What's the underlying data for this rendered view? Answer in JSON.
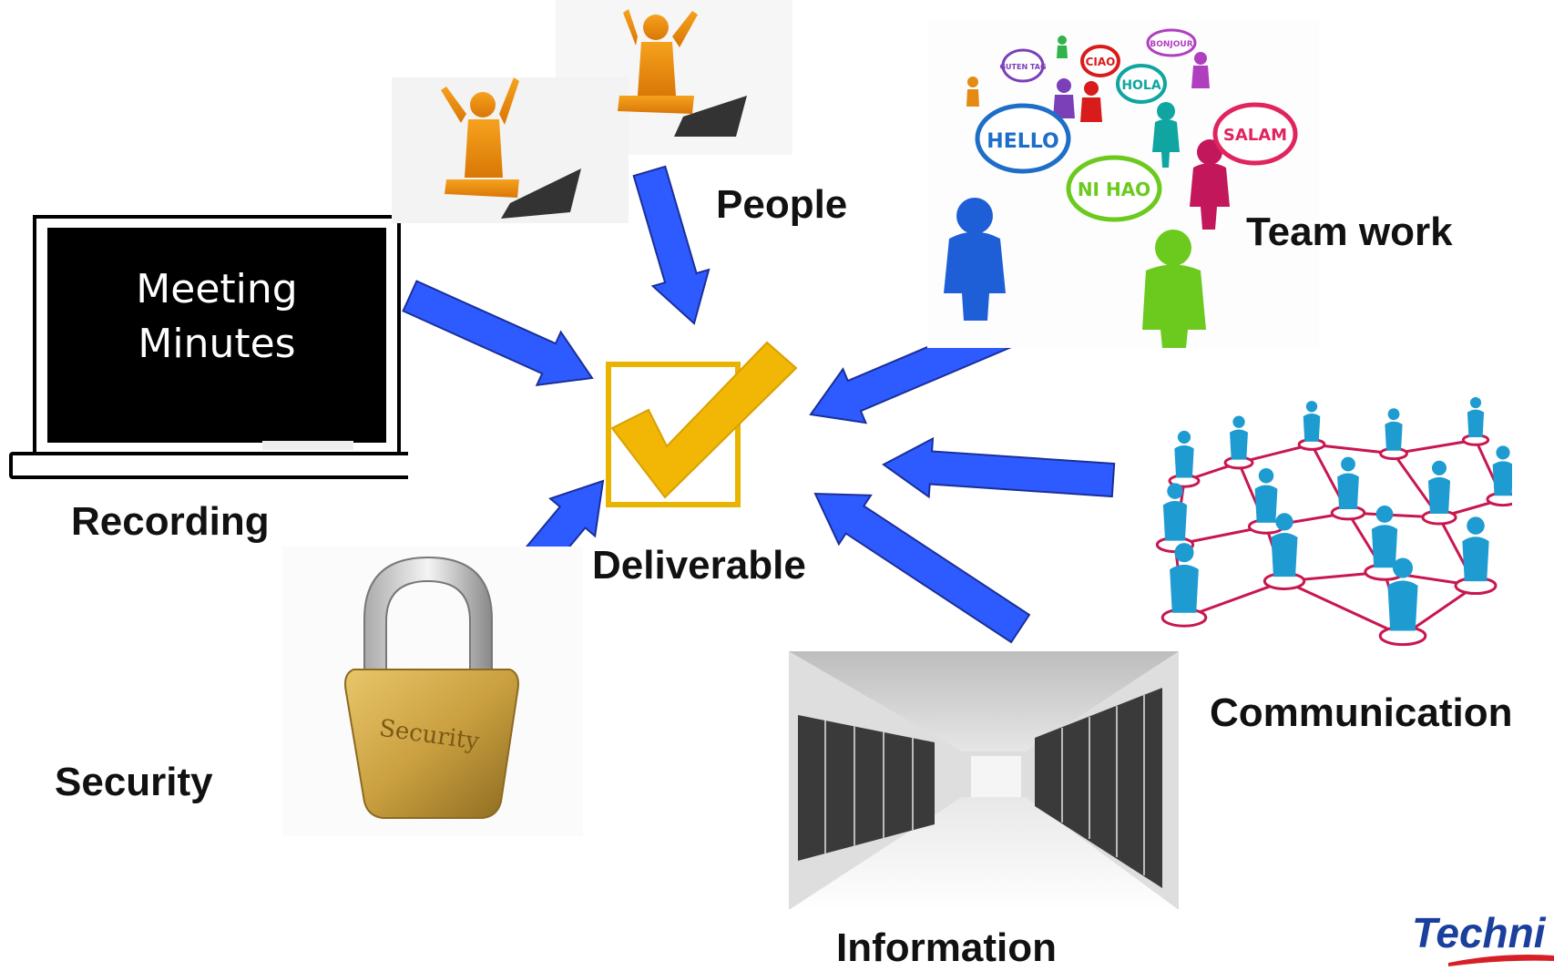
{
  "center": {
    "label": "Deliverable",
    "check_color": "#F2B705",
    "box_color": "#E8B400"
  },
  "arrow_color": "#2E5BFF",
  "nodes": {
    "people": {
      "label": "People"
    },
    "teamwork": {
      "label": "Team work",
      "bubbles": [
        "HELLO",
        "NI HAO",
        "SALAM",
        "HOLA",
        "CIAO",
        "BONJOUR",
        "GUTEN TAG"
      ]
    },
    "recording": {
      "label": "Recording",
      "board_line1": "Meeting",
      "board_line2": "Minutes"
    },
    "communication": {
      "label": "Communication"
    },
    "security": {
      "label": "Security",
      "lock_text": "Security"
    },
    "information": {
      "label": "Information"
    }
  },
  "logo": {
    "text": "Techni"
  }
}
